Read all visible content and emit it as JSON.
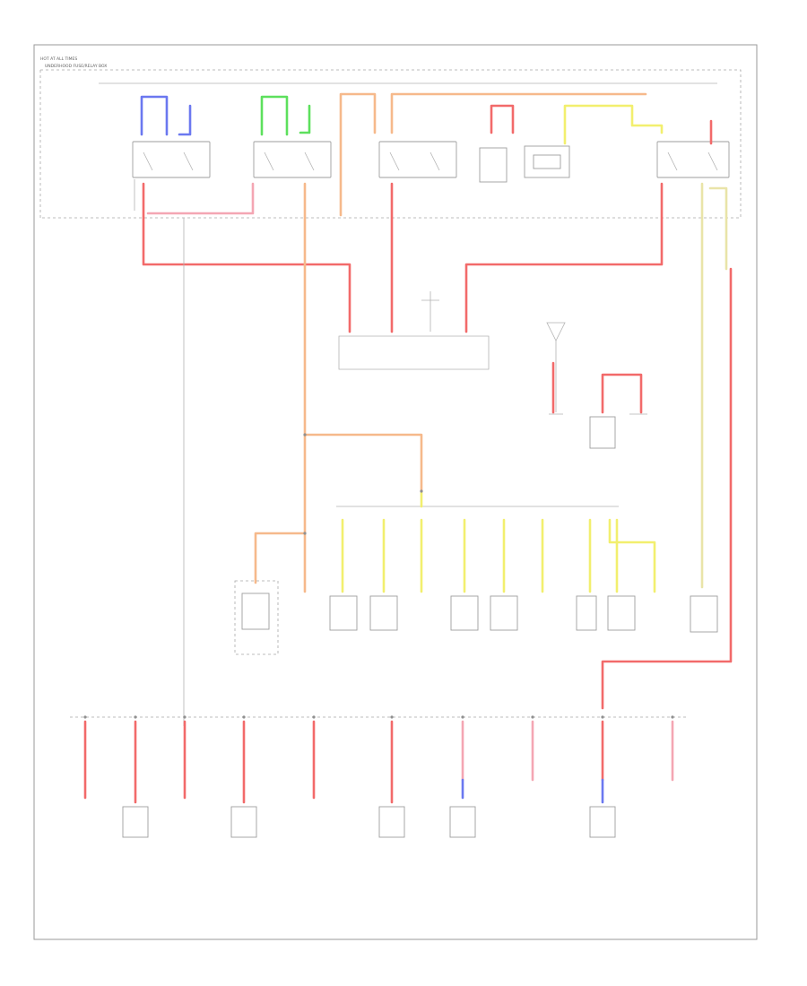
{
  "diagram": {
    "header_line_1": "HOT AT ALL TIMES",
    "header_line_2": "UNDERHOOD FUSE/RELAY BOX",
    "footer_code": "",
    "colors": {
      "red": "#f26a6a",
      "pink": "#f4a6b3",
      "orange": "#f6b98b",
      "yellow": "#f2ef6e",
      "pale_yellow": "#e9e4a8",
      "blue": "#6b78f0",
      "green": "#5de05d",
      "frame": "#9a9a9a"
    },
    "relays": [
      {
        "id": "r1",
        "label": ""
      },
      {
        "id": "r2",
        "label": ""
      },
      {
        "id": "r3",
        "label": ""
      },
      {
        "id": "r4",
        "label": ""
      },
      {
        "id": "r5",
        "label": ""
      }
    ],
    "upper_components": [
      {
        "id": "c1",
        "label": ""
      },
      {
        "id": "c2",
        "label": ""
      },
      {
        "id": "c3",
        "label": ""
      }
    ],
    "middle_components": [
      {
        "id": "m1",
        "label": ""
      },
      {
        "id": "m2",
        "label": ""
      },
      {
        "id": "m3",
        "label": ""
      },
      {
        "id": "m4",
        "label": ""
      },
      {
        "id": "m5",
        "label": ""
      },
      {
        "id": "m6",
        "label": ""
      },
      {
        "id": "m7",
        "label": ""
      },
      {
        "id": "m8",
        "label": ""
      },
      {
        "id": "m9",
        "label": ""
      },
      {
        "id": "m10",
        "label": ""
      },
      {
        "id": "m11",
        "label": ""
      },
      {
        "id": "m12",
        "label": ""
      }
    ],
    "bottom_components": [
      {
        "id": "b1",
        "label": ""
      },
      {
        "id": "b2",
        "label": ""
      },
      {
        "id": "b3",
        "label": ""
      },
      {
        "id": "b4",
        "label": ""
      },
      {
        "id": "b5",
        "label": ""
      },
      {
        "id": "b6",
        "label": ""
      },
      {
        "id": "b7",
        "label": ""
      },
      {
        "id": "b8",
        "label": ""
      },
      {
        "id": "b9",
        "label": ""
      },
      {
        "id": "b10",
        "label": ""
      }
    ]
  }
}
